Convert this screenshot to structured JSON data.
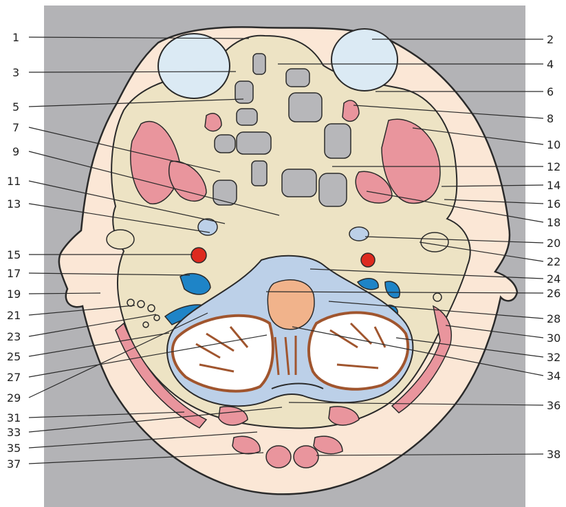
{
  "colors": {
    "background_panel": "#b3b3b6",
    "skin": "#fbe7d6",
    "bone": "#ede3c4",
    "air_space": "#b7b7ba",
    "muscle": "#e9959d",
    "eye": "#dbeaf4",
    "artery": "#dd2a1f",
    "vein": "#1e84c7",
    "csf": "#bcd0e8",
    "brainstem": "#f1b38b",
    "cerebellum_cortex": "#a0552e",
    "outline": "#2a2a2a"
  },
  "labels": {
    "left": [
      "1",
      "3",
      "5",
      "7",
      "9",
      "11",
      "13",
      "15",
      "17",
      "19",
      "21",
      "23",
      "25",
      "27",
      "29",
      "31",
      "33",
      "35",
      "37"
    ],
    "right": [
      "2",
      "4",
      "6",
      "8",
      "10",
      "12",
      "14",
      "16",
      "18",
      "20",
      "22",
      "24",
      "26",
      "28",
      "30",
      "32",
      "34",
      "36",
      "38"
    ]
  }
}
